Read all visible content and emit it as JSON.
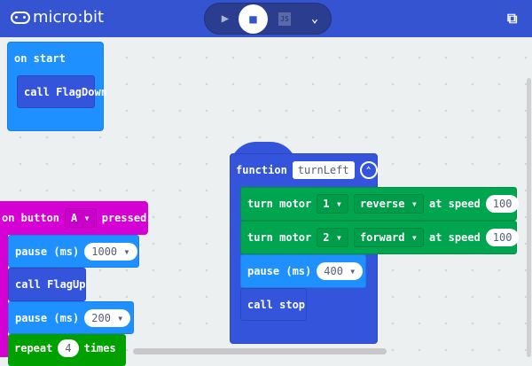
{
  "header": {
    "logo": "micro:bit",
    "play_icon": "play-icon",
    "blocks_icon": "puzzle-icon",
    "js_label": "JS",
    "more_icon": "chevron-down-icon",
    "share_icon": "external-link-icon"
  },
  "colors": {
    "header": "#3454d1",
    "basic": "#1e90ff",
    "functions": "#3455db",
    "motors": "#00a54f",
    "input": "#d400d4",
    "loops": "#00a000"
  },
  "on_start": {
    "label": "on start",
    "call": "call FlagDown"
  },
  "function": {
    "keyword": "function",
    "name": "turnLeft",
    "motor1": {
      "label": "turn motor",
      "motor": "1",
      "dir": "reverse",
      "at": "at speed",
      "speed": "100"
    },
    "motor2": {
      "label": "turn motor",
      "motor": "2",
      "dir": "forward",
      "at": "at speed",
      "speed": "100"
    },
    "pause": {
      "label": "pause (ms)",
      "value": "400"
    },
    "call": "call stop"
  },
  "on_button": {
    "label1": "on button",
    "button": "A",
    "label2": "pressed",
    "pause1": {
      "label": "pause (ms)",
      "value": "1000"
    },
    "call": "call FlagUp",
    "pause2": {
      "label": "pause (ms)",
      "value": "200"
    },
    "repeat": {
      "label1": "repeat",
      "count": "4",
      "label2": "times"
    }
  }
}
